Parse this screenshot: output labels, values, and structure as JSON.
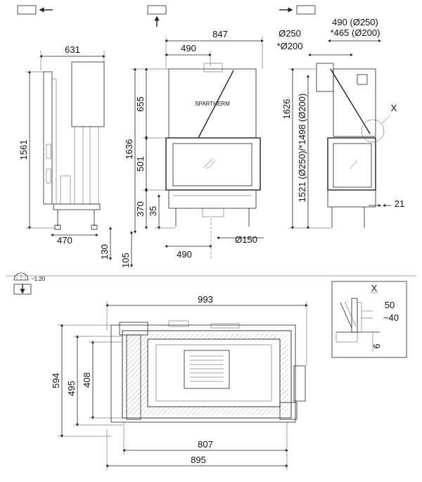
{
  "views": {
    "left_side": {
      "height_label": "1561",
      "width_top_label": "631",
      "width_bottom_label": "470"
    },
    "front": {
      "width_label": "847",
      "offset_label": "490",
      "height_label": "1636",
      "upper_label": "655",
      "glass_label": "501",
      "lower_label": "370",
      "leg_label": "35",
      "bottom_offset_label": "490",
      "outlet_label": "Ø150",
      "under_a_label": "130",
      "under_b_label": "105",
      "brand_text": "SPARTHERM"
    },
    "right_side": {
      "top_line1": "490 (Ø250)",
      "top_line2": "*465 (Ø200)",
      "flue_line1": "Ø250",
      "flue_line2": "*Ø200",
      "height_label": "1626",
      "lower_height_label": "1521 (Ø250)/*1498 (Ø200)",
      "detail_marker": "X",
      "offset_label": "21"
    },
    "plan": {
      "scale_label": "~1:20",
      "width_outer_label": "993",
      "depth_outer_label": "594",
      "depth_mid_label": "495",
      "depth_inner_label": "408",
      "width_inner_label": "807",
      "width_mid_label": "895"
    },
    "detail": {
      "marker": "X",
      "label_50": "50",
      "label_40": "~40",
      "label_6": "6"
    }
  }
}
